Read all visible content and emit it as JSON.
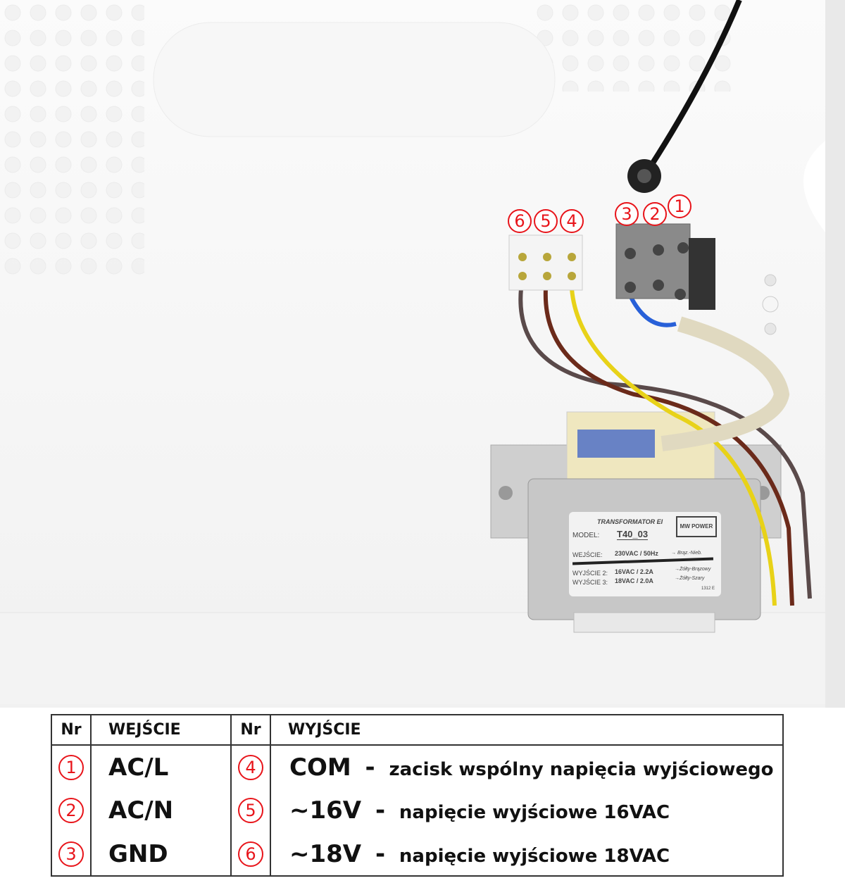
{
  "photo": {
    "callouts": [
      "1",
      "2",
      "3",
      "4",
      "5",
      "6"
    ],
    "nameplate": {
      "title": "TRANSFORMATOR EI",
      "model_label": "MODEL:",
      "model": "T40_03",
      "brand": "MW POWER",
      "rows": [
        {
          "label": "WEJŚCIE:",
          "value": "230VAC / 50Hz",
          "note": "→ Brąz.-Nieb."
        },
        {
          "label": "WYJŚCIE 2:",
          "value": "16VAC / 2.2A",
          "note": "→Żółty-Brązowy"
        },
        {
          "label": "WYJŚCIE 3:",
          "value": "18VAC / 2.0A",
          "note": "→Żółty-Szary"
        }
      ],
      "code": "1312 E"
    }
  },
  "table": {
    "headers": {
      "nr1": "Nr",
      "input": "WEJŚCIE",
      "nr2": "Nr",
      "output": "WYJŚCIE"
    },
    "rows": [
      {
        "in_nr": "1",
        "in": "AC/L",
        "out_nr": "4",
        "out": "COM",
        "out_desc": "zacisk wspólny napięcia wyjściowego"
      },
      {
        "in_nr": "2",
        "in": "AC/N",
        "out_nr": "5",
        "out": "~16V",
        "out_desc": "napięcie wyjściowe 16VAC"
      },
      {
        "in_nr": "3",
        "in": "GND",
        "out_nr": "6",
        "out": "~18V",
        "out_desc": "napięcie wyjściowe 18VAC"
      }
    ]
  }
}
